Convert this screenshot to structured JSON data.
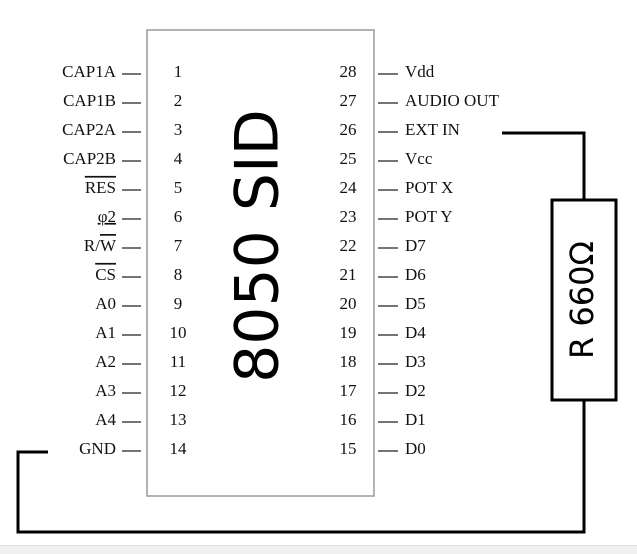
{
  "chip": {
    "title": "8050 SID",
    "left_pins": [
      {
        "num": "1",
        "name": "CAP1A"
      },
      {
        "num": "2",
        "name": "CAP1B"
      },
      {
        "num": "3",
        "name": "CAP2A"
      },
      {
        "num": "4",
        "name": "CAP2B"
      },
      {
        "num": "5",
        "name": "RES",
        "overline": true
      },
      {
        "num": "6",
        "name": "φ2",
        "underline": true
      },
      {
        "num": "7",
        "name": "R/W",
        "overline_part": "W"
      },
      {
        "num": "8",
        "name": "CS",
        "overline": true
      },
      {
        "num": "9",
        "name": "A0"
      },
      {
        "num": "10",
        "name": "A1"
      },
      {
        "num": "11",
        "name": "A2"
      },
      {
        "num": "12",
        "name": "A3"
      },
      {
        "num": "13",
        "name": "A4"
      },
      {
        "num": "14",
        "name": "GND"
      }
    ],
    "right_pins": [
      {
        "num": "28",
        "name": "Vdd"
      },
      {
        "num": "27",
        "name": "AUDIO OUT"
      },
      {
        "num": "26",
        "name": "EXT IN"
      },
      {
        "num": "25",
        "name": "Vcc"
      },
      {
        "num": "24",
        "name": "POT X"
      },
      {
        "num": "23",
        "name": "POT Y"
      },
      {
        "num": "22",
        "name": "D7"
      },
      {
        "num": "21",
        "name": "D6"
      },
      {
        "num": "20",
        "name": "D5"
      },
      {
        "num": "19",
        "name": "D4"
      },
      {
        "num": "18",
        "name": "D3"
      },
      {
        "num": "17",
        "name": "D2"
      },
      {
        "num": "16",
        "name": "D1"
      },
      {
        "num": "15",
        "name": "D0"
      }
    ]
  },
  "resistor": {
    "label": "R 660Ω"
  },
  "colors": {
    "line": "#000000",
    "chip_border": "#9a9a9a",
    "text": "#111111"
  }
}
